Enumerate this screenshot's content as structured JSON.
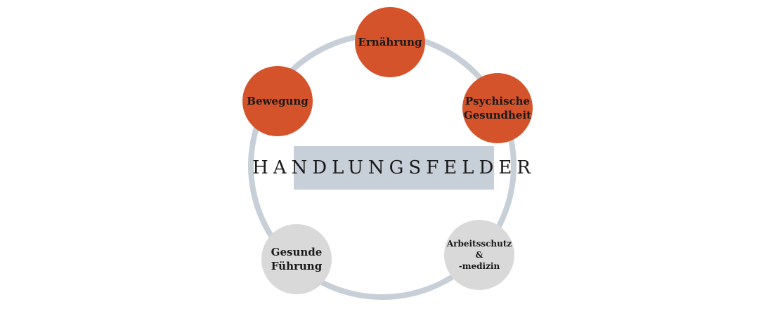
{
  "title": "HANDLUNGSFELDER",
  "colors": {
    "ring": "#c7cfd8",
    "center_box": "#c7cfd8",
    "primary_node": "#d4532a",
    "secondary_node": "#d9d9d9",
    "text": "#1a1a1a"
  },
  "nodes": {
    "ernaehrung": "Ernährung",
    "psychische": "Psychische\nGesundheit",
    "bewegung": "Bewegung",
    "fuehrung": "Gesunde\nFührung",
    "arbeit": "Arbeitsschutz &\n-medizin"
  }
}
